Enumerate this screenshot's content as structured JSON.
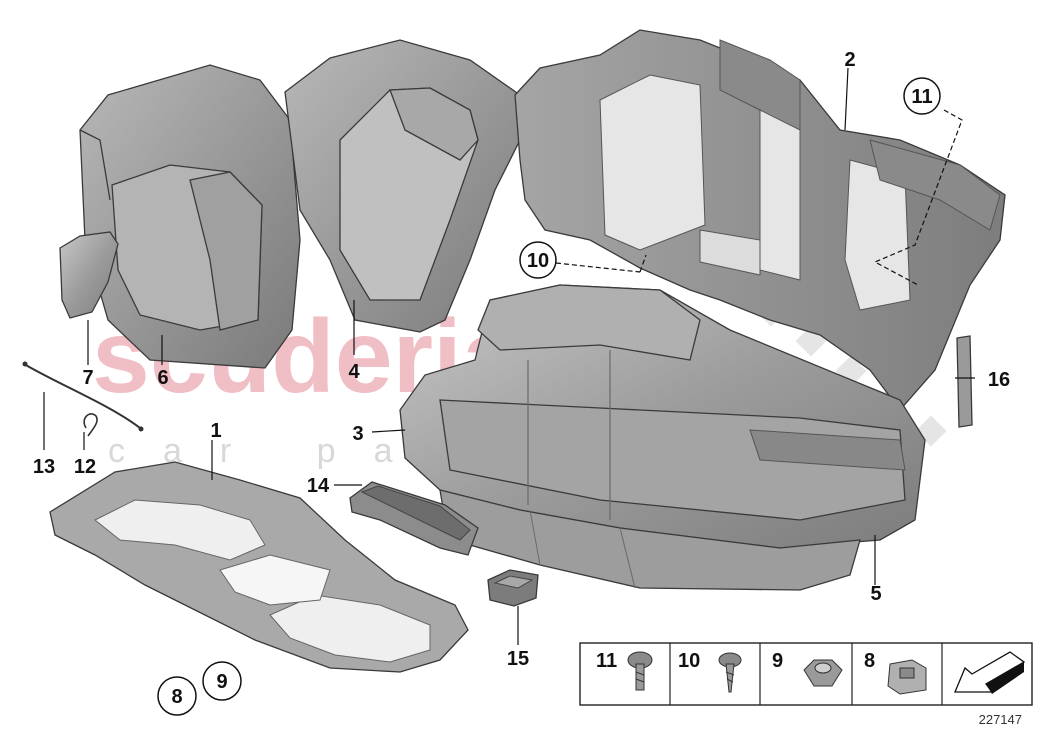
{
  "watermark": {
    "brand": "scuderia",
    "sub": "car parts"
  },
  "callouts": {
    "c1": "1",
    "c2": "2",
    "c3": "3",
    "c4": "4",
    "c5": "5",
    "c6": "6",
    "c7": "7",
    "c8": "8",
    "c9": "9",
    "c10": "10",
    "c11": "11",
    "c12": "12",
    "c13": "13",
    "c14": "14",
    "c15": "15",
    "c16": "16"
  },
  "legend": {
    "items": [
      {
        "number": "11",
        "icon": "torx-bolt-icon"
      },
      {
        "number": "10",
        "icon": "screw-icon"
      },
      {
        "number": "9",
        "icon": "nut-icon"
      },
      {
        "number": "8",
        "icon": "clip-nut-icon"
      }
    ],
    "arrow_icon": "direction-arrow-icon"
  },
  "diagram_id": "227147",
  "colors": {
    "part_fill": "#9a9a9a",
    "part_dark": "#6f6f6f",
    "part_light": "#c4c4c4",
    "watermark": "#e58a96"
  }
}
